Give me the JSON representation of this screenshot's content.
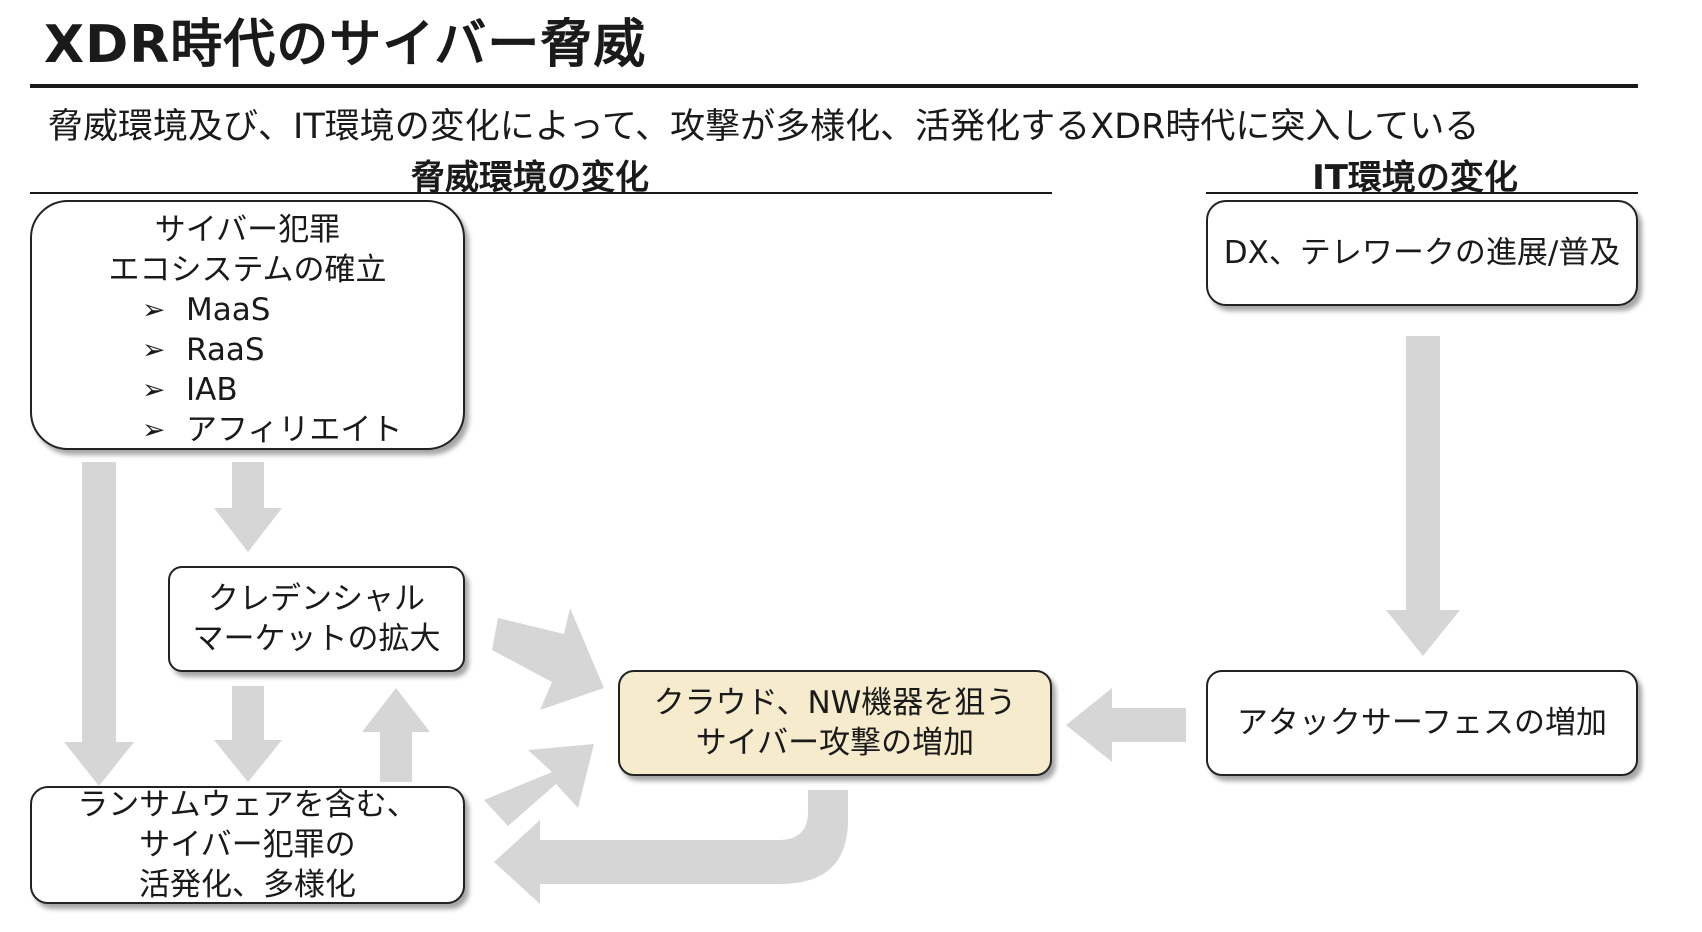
{
  "header": {
    "title": "XDR時代のサイバー脅威",
    "subtitle": "脅威環境及び、IT環境の変化によって、攻撃が多様化、活発化するXDR時代に突入している"
  },
  "sections": {
    "threat": "脅威環境の変化",
    "it": "IT環境の変化"
  },
  "boxes": {
    "ecosystem": {
      "line1": "サイバー犯罪",
      "line2": "エコシステムの確立",
      "bullets": [
        "MaaS",
        "RaaS",
        "IAB",
        "アフィリエイト"
      ]
    },
    "credential": {
      "line1": "クレデンシャル",
      "line2": "マーケットの拡大"
    },
    "ransomware": {
      "line1": "ランサムウェアを含む、",
      "line2": "サイバー犯罪の",
      "line3": "活発化、多様化"
    },
    "cloud": {
      "line1": "クラウド、NW機器を狙う",
      "line2": "サイバー攻撃の増加"
    },
    "dx": {
      "line1": "DX、テレワークの進展/普及"
    },
    "attack_surface": {
      "line1": "アタックサーフェスの増加"
    }
  },
  "colors": {
    "arrow": "#d6d6d6",
    "highlight_box": "#f6ebcd",
    "border": "#222222"
  },
  "icons": {
    "bullet": "arrowhead-bullet-icon"
  }
}
